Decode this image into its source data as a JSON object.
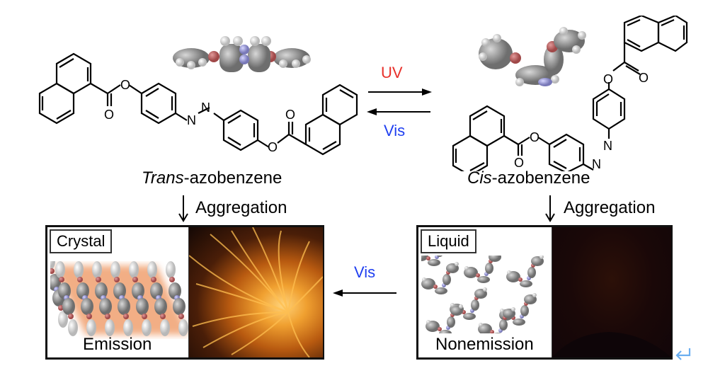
{
  "figure": {
    "trans_label_italic": "Trans",
    "trans_label_rest": "-azobenzene",
    "cis_label_italic": "Cis",
    "cis_label_rest": "-azobenzene",
    "forward_arrow_label": "UV",
    "reverse_arrow_label": "Vis",
    "bottom_arrow_label": "Vis",
    "left_aggregation_label": "Aggregation",
    "right_aggregation_label": "Aggregation",
    "left_panel": {
      "tag": "Crystal",
      "caption": "Emission"
    },
    "right_panel": {
      "tag": "Liquid",
      "caption": "Nonemission"
    },
    "atom_symbols": {
      "oxygen": "O",
      "nitrogen": "N"
    },
    "colors": {
      "uv": "#e8302a",
      "vis": "#1f3ff0",
      "emission_glow": "#f0a030",
      "carbon": "#8a8a8a",
      "oxygen": "#c06060",
      "nitrogen": "#9a9ad8",
      "hydrogen": "#f2f2f2"
    }
  },
  "ui": {
    "return_icon": "return-arrow-icon"
  }
}
